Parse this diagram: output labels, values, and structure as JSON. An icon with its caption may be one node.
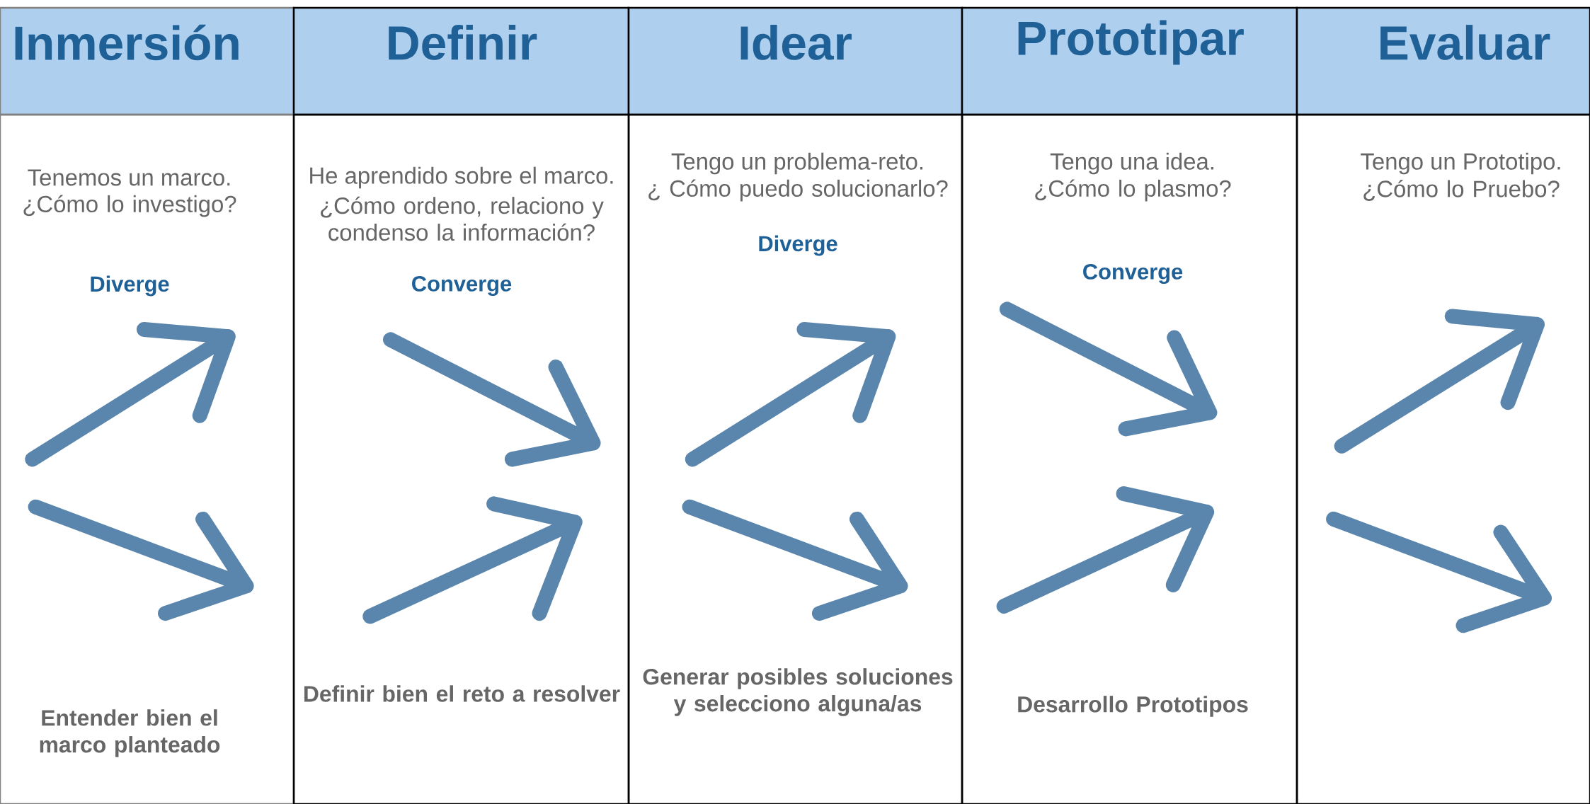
{
  "diagram": {
    "nodes": [
      {
        "text": [
          "Inmersión"
        ]
      },
      {
        "text": [
          "Definir"
        ]
      },
      {
        "text": [
          "Idear"
        ]
      },
      {
        "text": [
          "Prototipar"
        ]
      },
      {
        "text": [
          "Evaluar"
        ]
      },
      {
        "text": [
          "Tenemos un marco.",
          "¿Cómo lo investigo?",
          "Diverge",
          "Entender bien el marco planteado"
        ]
      },
      {
        "text": [
          "He aprendido sobre el marco.",
          "¿Cómo ordeno, relaciono y condenso la información?",
          "Converge",
          "Definir bien el reto a resolver"
        ]
      },
      {
        "text": [
          "Tengo un problema-reto.",
          "¿ Cómo puedo solucionarlo?",
          "Diverge",
          "Generar posibles soluciones y selecciono alguna/as"
        ]
      },
      {
        "text": [
          "Tengo una idea.",
          "¿Cómo lo plasmo?",
          "Converge",
          "Desarrollo Prototipos"
        ]
      },
      {
        "text": [
          "Tengo un Prototipo.",
          "¿Cómo lo Pruebo?"
        ]
      }
    ]
  }
}
